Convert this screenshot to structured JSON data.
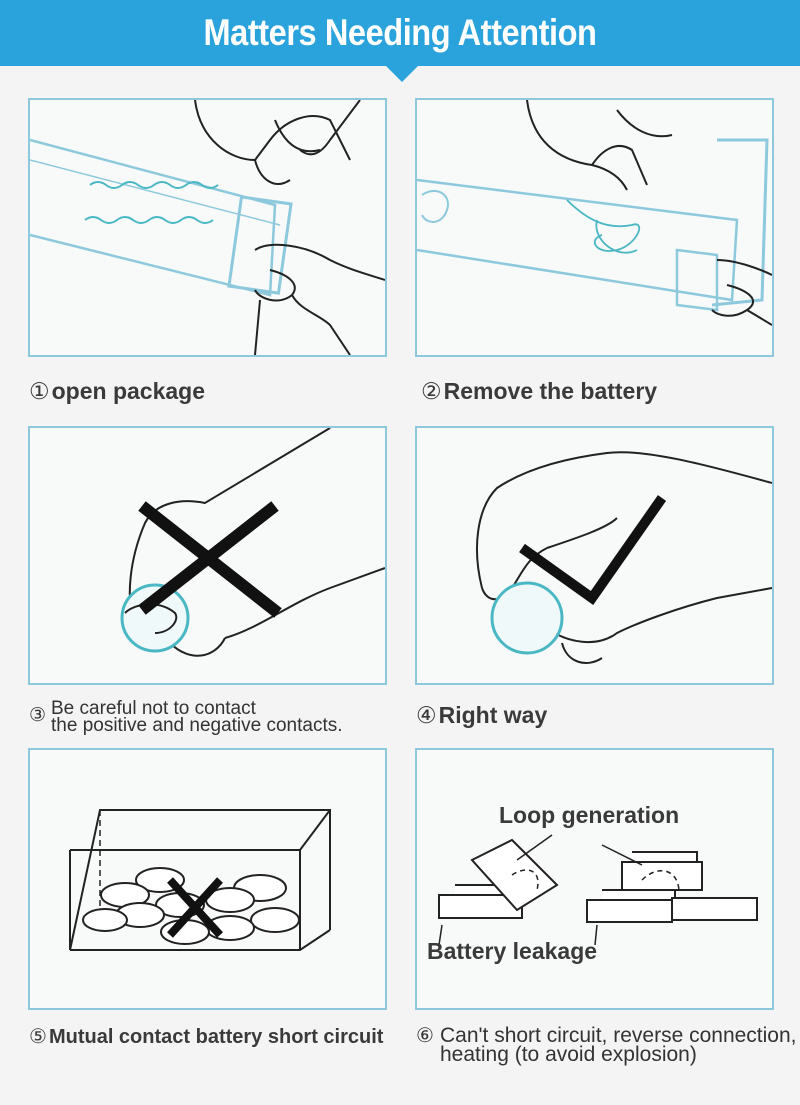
{
  "header": {
    "title": "Matters Needing Attention"
  },
  "steps": [
    {
      "number": "①",
      "text": "open package"
    },
    {
      "number": "②",
      "text": "Remove the battery"
    },
    {
      "number": "③",
      "line1": "Be careful not to contact",
      "line2": "the positive and negative contacts."
    },
    {
      "number": "④",
      "text": "Right way"
    },
    {
      "number": "⑤",
      "text": "Mutual contact battery short circuit"
    },
    {
      "number": "⑥",
      "line1": "Can't short circuit, reverse connection,",
      "line2": "heating (to avoid explosion)"
    }
  ],
  "panel6": {
    "loop_label": "Loop generation",
    "leak_label": "Battery leakage"
  },
  "colors": {
    "banner": "#2aa3dc",
    "frame": "#8cc9dc",
    "accent": "#4ab8c4"
  }
}
